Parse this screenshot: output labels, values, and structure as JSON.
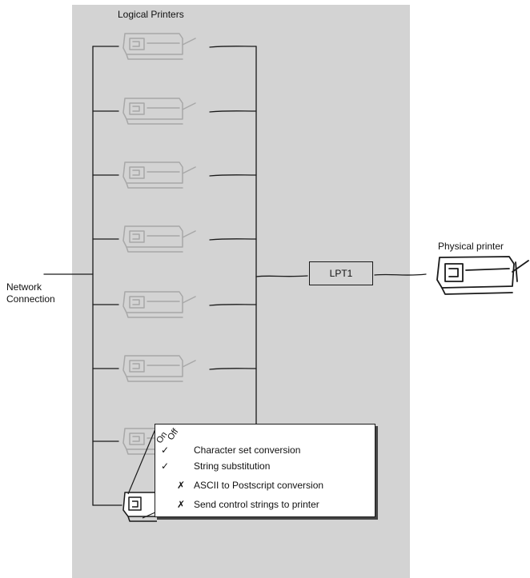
{
  "labels": {
    "logical_printers": "Logical Printers",
    "physical_printer": "Physical printer",
    "network_connection": "Network\nConnection",
    "port": "LPT1"
  },
  "options_panel": {
    "header_on": "On",
    "header_off": "Off",
    "options": [
      {
        "label": "Character set conversion",
        "state": "on",
        "mark": "✓"
      },
      {
        "label": "String substitution",
        "state": "on",
        "mark": "✓"
      },
      {
        "label": "ASCII to Postscript conversion",
        "state": "off",
        "mark": "✗"
      },
      {
        "label": "Send control strings to printer",
        "state": "off",
        "mark": "✗"
      }
    ]
  },
  "logical_printer_count": 8,
  "colors": {
    "panel_background": "#d3d3d3",
    "faded_printer": "#a8a8a8",
    "line": "#1a1a1a"
  }
}
